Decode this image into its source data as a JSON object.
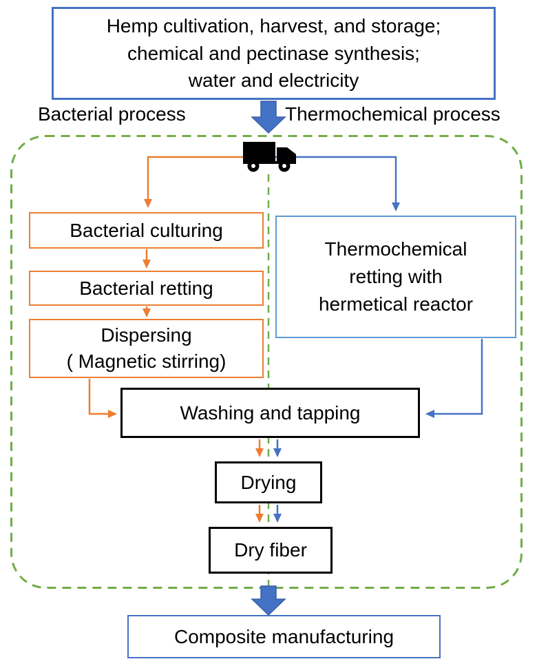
{
  "diagram_title": "Hemp fiber processing flow diagram",
  "colors": {
    "blue": "#4472C4",
    "light_blue": "#5B9BD5",
    "orange": "#ED7D31",
    "green": "#70AD47",
    "black": "#000000"
  },
  "labels": {
    "bacterial_process": "Bacterial process",
    "thermochemical_process": "Thermochemical process"
  },
  "nodes": {
    "source": "Hemp cultivation, harvest, and storage;\nchemical and pectinase synthesis;\nwater and electricity",
    "bacterial_culturing": "Bacterial culturing",
    "bacterial_retting": "Bacterial retting",
    "dispersing": "Dispersing\n( Magnetic stirring)",
    "thermochemical_retting": "Thermochemical\nretting  with\nhermetical reactor",
    "washing": "Washing and tapping",
    "drying": "Drying",
    "dry_fiber": "Dry fiber",
    "composite": "Composite manufacturing"
  },
  "icons": {
    "truck": "delivery-truck"
  },
  "edges": [
    {
      "from": "source",
      "to": "transport",
      "style": "blue-block-arrow"
    },
    {
      "from": "transport",
      "to": "bacterial_culturing",
      "color": "orange"
    },
    {
      "from": "bacterial_culturing",
      "to": "bacterial_retting",
      "color": "orange"
    },
    {
      "from": "bacterial_retting",
      "to": "dispersing",
      "color": "orange"
    },
    {
      "from": "dispersing",
      "to": "washing",
      "color": "orange"
    },
    {
      "from": "transport",
      "to": "thermochemical_retting",
      "color": "blue"
    },
    {
      "from": "thermochemical_retting",
      "to": "washing",
      "color": "blue"
    },
    {
      "from": "washing",
      "to": "drying",
      "color": "orange,blue"
    },
    {
      "from": "drying",
      "to": "dry_fiber",
      "color": "orange,blue"
    },
    {
      "from": "dry_fiber",
      "to": "composite",
      "style": "blue-block-arrow"
    }
  ]
}
